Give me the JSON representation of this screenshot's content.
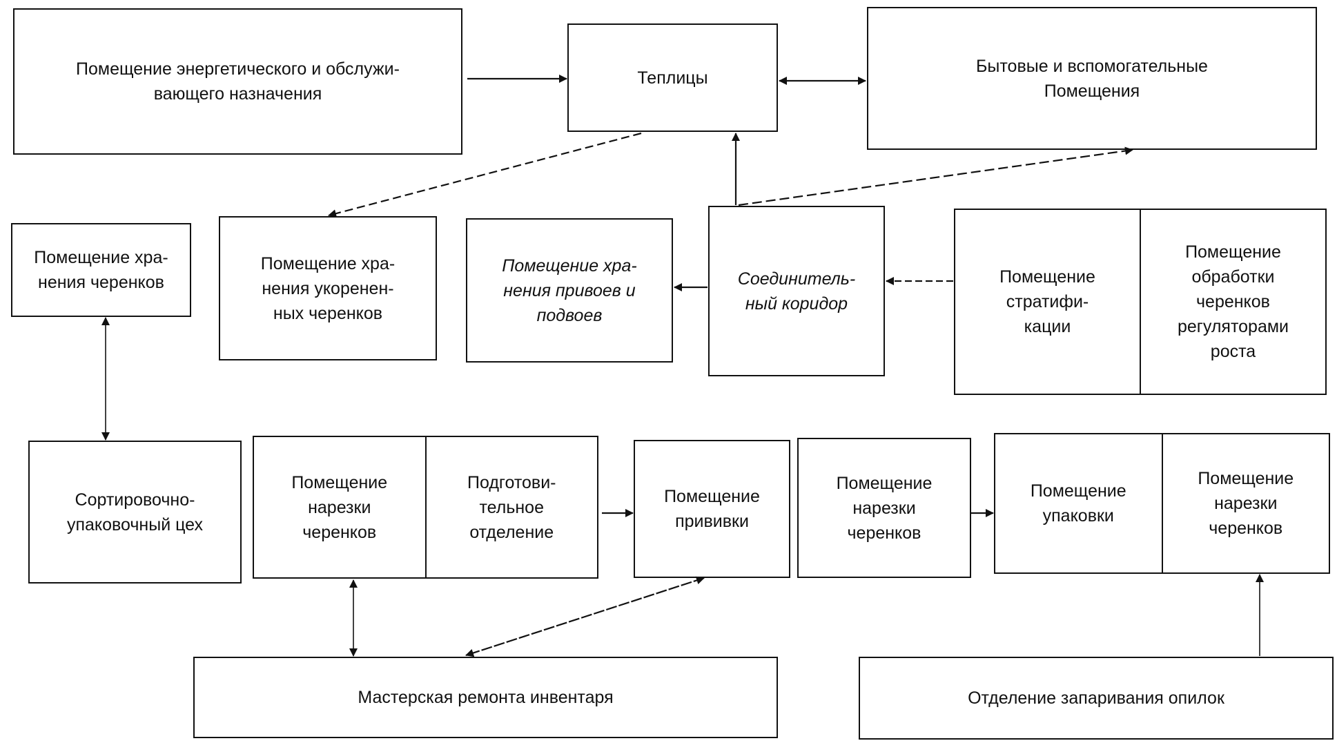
{
  "diagram": {
    "type": "flowchart",
    "description": "Схема взаимосвязи помещений питомника",
    "nodes": {
      "energy": "Помещение энергетического и обслужи-\nвающего назначения",
      "greenhouses": "Теплицы",
      "household": "Бытовые и вспомогательные\nПомещения",
      "cuttings_storage": "Помещение хра-\nнения черенков",
      "rooted_storage": "Помещение хра-\nнения укоренен-\nных черенков",
      "scion_storage": "Помещение хра-\nнения привоев и\nподвоев",
      "corridor": "Соединитель-\nный коридор",
      "stratification": "Помещение\nстратифи-\nкации",
      "growth_treatment": "Помещение\nобработки\nчеренков\nрегуляторами\nроста",
      "sorting": "Сортировочно-\nупаковочный цех",
      "cutting_1": "Помещение\nнарезки\nчеренков",
      "preparatory": "Подготови-\nтельное\nотделение",
      "grafting": "Помещение\nпрививки",
      "cutting_2": "Помещение\nнарезки\nчеренков",
      "packing": "Помещение\nупаковки",
      "cutting_3": "Помещение\nнарезки\nчеренков",
      "workshop": "Мастерская ремонта инвентаря",
      "sawdust": "Отделение запаривания опилок"
    },
    "edges": [
      {
        "from": "energy",
        "to": "greenhouses",
        "style": "solid",
        "direction": "forward"
      },
      {
        "from": "greenhouses",
        "to": "household",
        "style": "solid",
        "direction": "both"
      },
      {
        "from": "greenhouses",
        "to": "rooted_storage",
        "style": "dashed",
        "direction": "forward"
      },
      {
        "from": "corridor",
        "to": "greenhouses",
        "style": "solid",
        "direction": "forward"
      },
      {
        "from": "corridor",
        "to": "household",
        "style": "dashed",
        "direction": "forward"
      },
      {
        "from": "corridor",
        "to": "scion_storage",
        "style": "solid",
        "direction": "forward"
      },
      {
        "from": "stratification",
        "to": "corridor",
        "style": "dashed",
        "direction": "forward"
      },
      {
        "from": "cuttings_storage",
        "to": "sorting",
        "style": "solid",
        "direction": "both"
      },
      {
        "from": "preparatory",
        "to": "grafting",
        "style": "solid",
        "direction": "forward"
      },
      {
        "from": "cutting_2",
        "to": "packing",
        "style": "solid",
        "direction": "forward"
      },
      {
        "from": "cutting_1",
        "to": "workshop",
        "style": "solid",
        "direction": "both"
      },
      {
        "from": "grafting",
        "to": "workshop",
        "style": "dashed",
        "direction": "both"
      },
      {
        "from": "sawdust",
        "to": "cutting_3",
        "style": "solid",
        "direction": "forward"
      }
    ]
  }
}
